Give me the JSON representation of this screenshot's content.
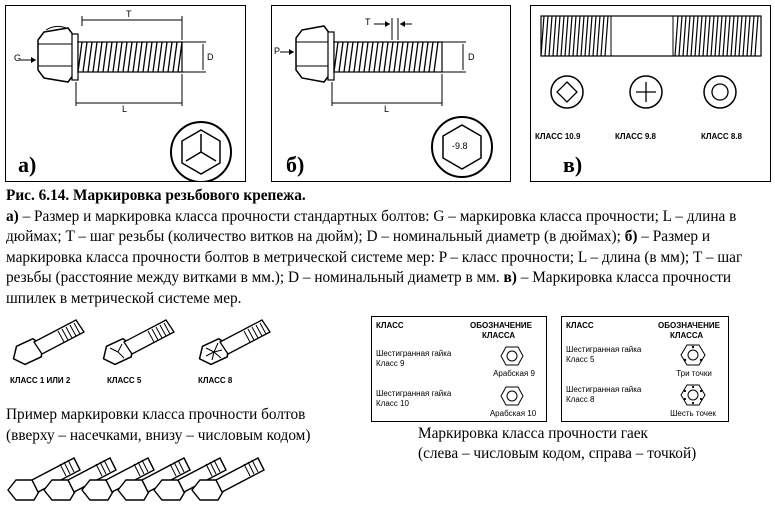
{
  "panel_a": {
    "label": "а)",
    "dims": {
      "g": "G",
      "t": "T",
      "d": "D",
      "l": "L"
    }
  },
  "panel_b": {
    "label": "б)",
    "dims": {
      "p": "P",
      "t": "T",
      "d": "D",
      "l": "L"
    },
    "head_mark": "-9.8"
  },
  "panel_c": {
    "label": "в)",
    "classes": [
      "КЛАСС 10.9",
      "КЛАСС 9.8",
      "КЛАСС 8.8"
    ]
  },
  "caption": {
    "title": "Рис. 6.14. Маркировка резьбового крепежа.",
    "a_mark": "а)",
    "a_text": " – Размер и маркировка класса прочности стандартных болтов: G – маркировка класса прочности; L – длина в дюймах; T – шаг резьбы (количество витков на дюйм); D – номинальный диаметр (в дюймах); ",
    "b_mark": "б)",
    "b_text": " – Размер и маркировка класса прочности болтов в метрической системе мер: P – класс прочности; L – длина (в мм); T – шаг резьбы (расстояние между витками в мм.); D – номинальный диаметр в мм. ",
    "c_mark": "в)",
    "c_text": " – Маркировка класса прочности шпилек в метрической системе мер."
  },
  "bolts_example": {
    "labels": [
      "КЛАСС 1 ИЛИ 2",
      "КЛАСС 5",
      "КЛАСС 8"
    ],
    "caption_line1": "Пример маркировки класса прочности болтов",
    "caption_line2": "(вверху – насечками, внизу – числовым кодом)"
  },
  "nut_table_left": {
    "col1": "КЛАСС",
    "col2_line1": "ОБОЗНАЧЕНИЕ",
    "col2_line2": "КЛАССА",
    "rows": [
      {
        "name_line1": "Шестигранная гайка",
        "name_line2": "Класс 9",
        "mark": "Арабская 9"
      },
      {
        "name_line1": "Шестигранная гайка",
        "name_line2": "Класс 10",
        "mark": "Арабская 10"
      }
    ]
  },
  "nut_table_right": {
    "col1": "КЛАСС",
    "col2_line1": "ОБОЗНАЧЕНИЕ",
    "col2_line2": "КЛАССА",
    "rows": [
      {
        "name_line1": "Шестигранная гайка",
        "name_line2": "Класс 5",
        "mark": "Три точки"
      },
      {
        "name_line1": "Шестигранная гайка",
        "name_line2": "Класс 8",
        "mark": "Шесть точек"
      }
    ]
  },
  "nuts_caption": {
    "line1": "Маркировка класса прочности гаек",
    "line2": "(слева – числовым кодом, справа – точкой)"
  }
}
